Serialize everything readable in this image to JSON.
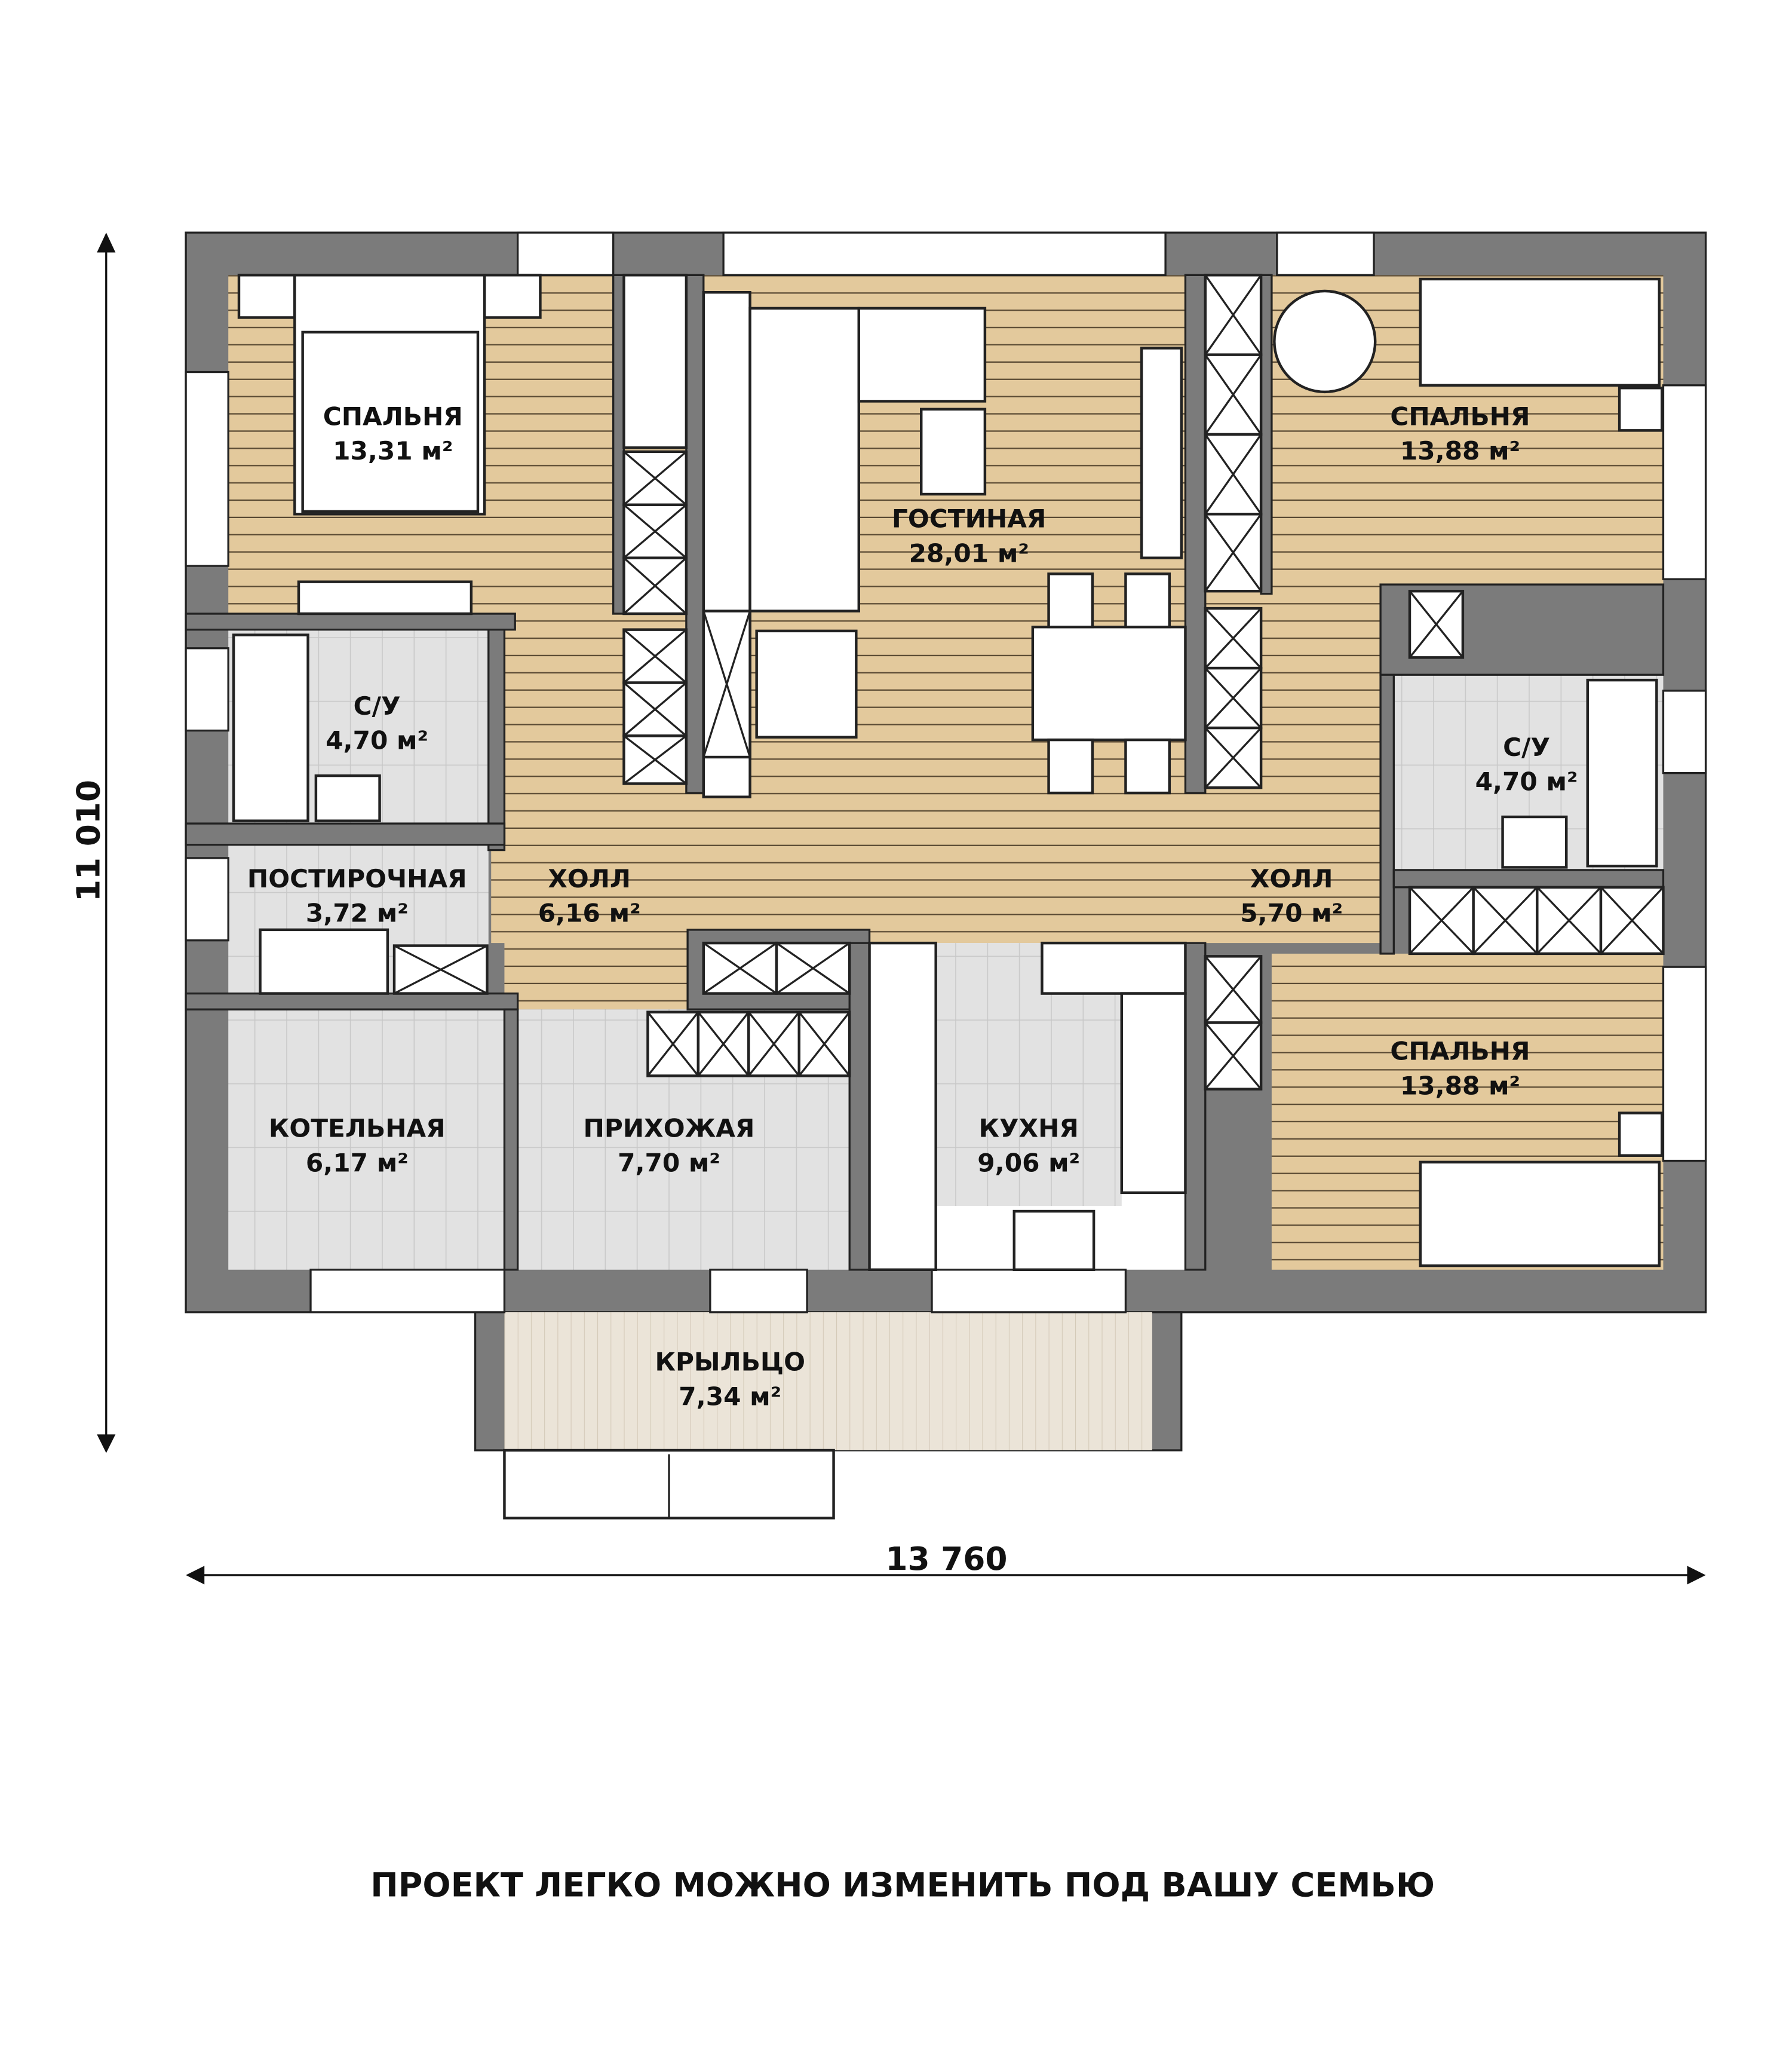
{
  "rooms": {
    "bedroom_nw": {
      "name": "СПАЛЬНЯ",
      "area": "13,31 м²"
    },
    "bedroom_ne": {
      "name": "СПАЛЬНЯ",
      "area": "13,88 м²"
    },
    "bedroom_se": {
      "name": "СПАЛЬНЯ",
      "area": "13,88 м²"
    },
    "living": {
      "name": "ГОСТИНАЯ",
      "area": "28,01 м²"
    },
    "bath_w": {
      "name": "С/У",
      "area": "4,70 м²"
    },
    "bath_e": {
      "name": "С/У",
      "area": "4,70 м²"
    },
    "laundry": {
      "name": "ПОСТИРОЧНАЯ",
      "area": "3,72 м²"
    },
    "hall_w": {
      "name": "ХОЛЛ",
      "area": "6,16 м²"
    },
    "hall_e": {
      "name": "ХОЛЛ",
      "area": "5,70 м²"
    },
    "boiler": {
      "name": "КОТЕЛЬНАЯ",
      "area": "6,17 м²"
    },
    "entry": {
      "name": "ПРИХОЖАЯ",
      "area": "7,70 м²"
    },
    "kitchen": {
      "name": "КУХНЯ",
      "area": "9,06 м²"
    },
    "porch": {
      "name": "КРЫЛЬЦО",
      "area": "7,34 м²"
    }
  },
  "dimensions": {
    "height": "11 010",
    "width": "13 760"
  },
  "footer": "ПРОЕКТ ЛЕГКО МОЖНО ИЗМЕНИТЬ ПОД ВАШУ СЕМЬЮ",
  "colors": {
    "wall": "#7b7b7b",
    "wood": "#e2c89a",
    "tile": "#dcdcdc"
  }
}
